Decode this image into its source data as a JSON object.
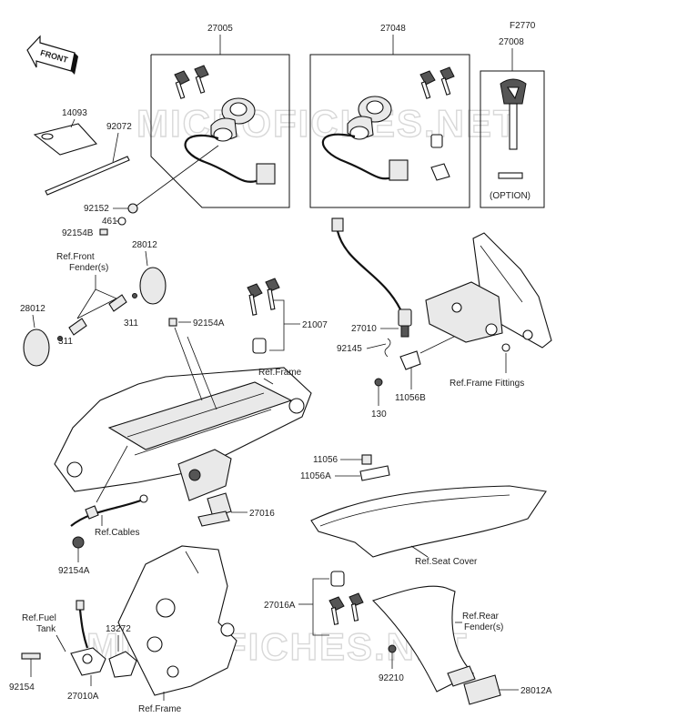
{
  "watermark": [
    "MICROFICHES.NET",
    "MICROFICHES.NET"
  ],
  "front_label": "FRONT",
  "labels": {
    "p27005": "27005",
    "p27048": "27048",
    "pF2770": "F2770",
    "p27008": "27008",
    "option": "(OPTION)",
    "p14093": "14093",
    "p92072": "92072",
    "p92152": "92152",
    "p461": "461",
    "p92154B": "92154B",
    "p28012_top": "28012",
    "ref_front_fender_1": "Ref.Front",
    "ref_front_fender_2": "Fender(s)",
    "p28012_left": "28012",
    "p311_left": "311",
    "p311_right": "311",
    "p92154A_top": "92154A",
    "p21007": "21007",
    "p27010": "27010",
    "p92145": "92145",
    "p11056B": "11056B",
    "p130": "130",
    "ref_frame_fittings": "Ref.Frame Fittings",
    "ref_frame_top": "Ref.Frame",
    "p27016": "27016",
    "ref_cables": "Ref.Cables",
    "p92154A_bottom": "92154A",
    "p11056": "11056",
    "p11056A": "11056A",
    "ref_seat_cover": "Ref.Seat Cover",
    "p27016A": "27016A",
    "ref_rear_fender_1": "Ref.Rear",
    "ref_rear_fender_2": "Fender(s)",
    "p92210": "92210",
    "p28012A": "28012A",
    "ref_fuel_tank_1": "Ref.Fuel",
    "ref_fuel_tank_2": "Tank",
    "p13272": "13272",
    "p92154": "92154",
    "p27010A": "27010A",
    "ref_frame_bottom": "Ref.Frame"
  }
}
